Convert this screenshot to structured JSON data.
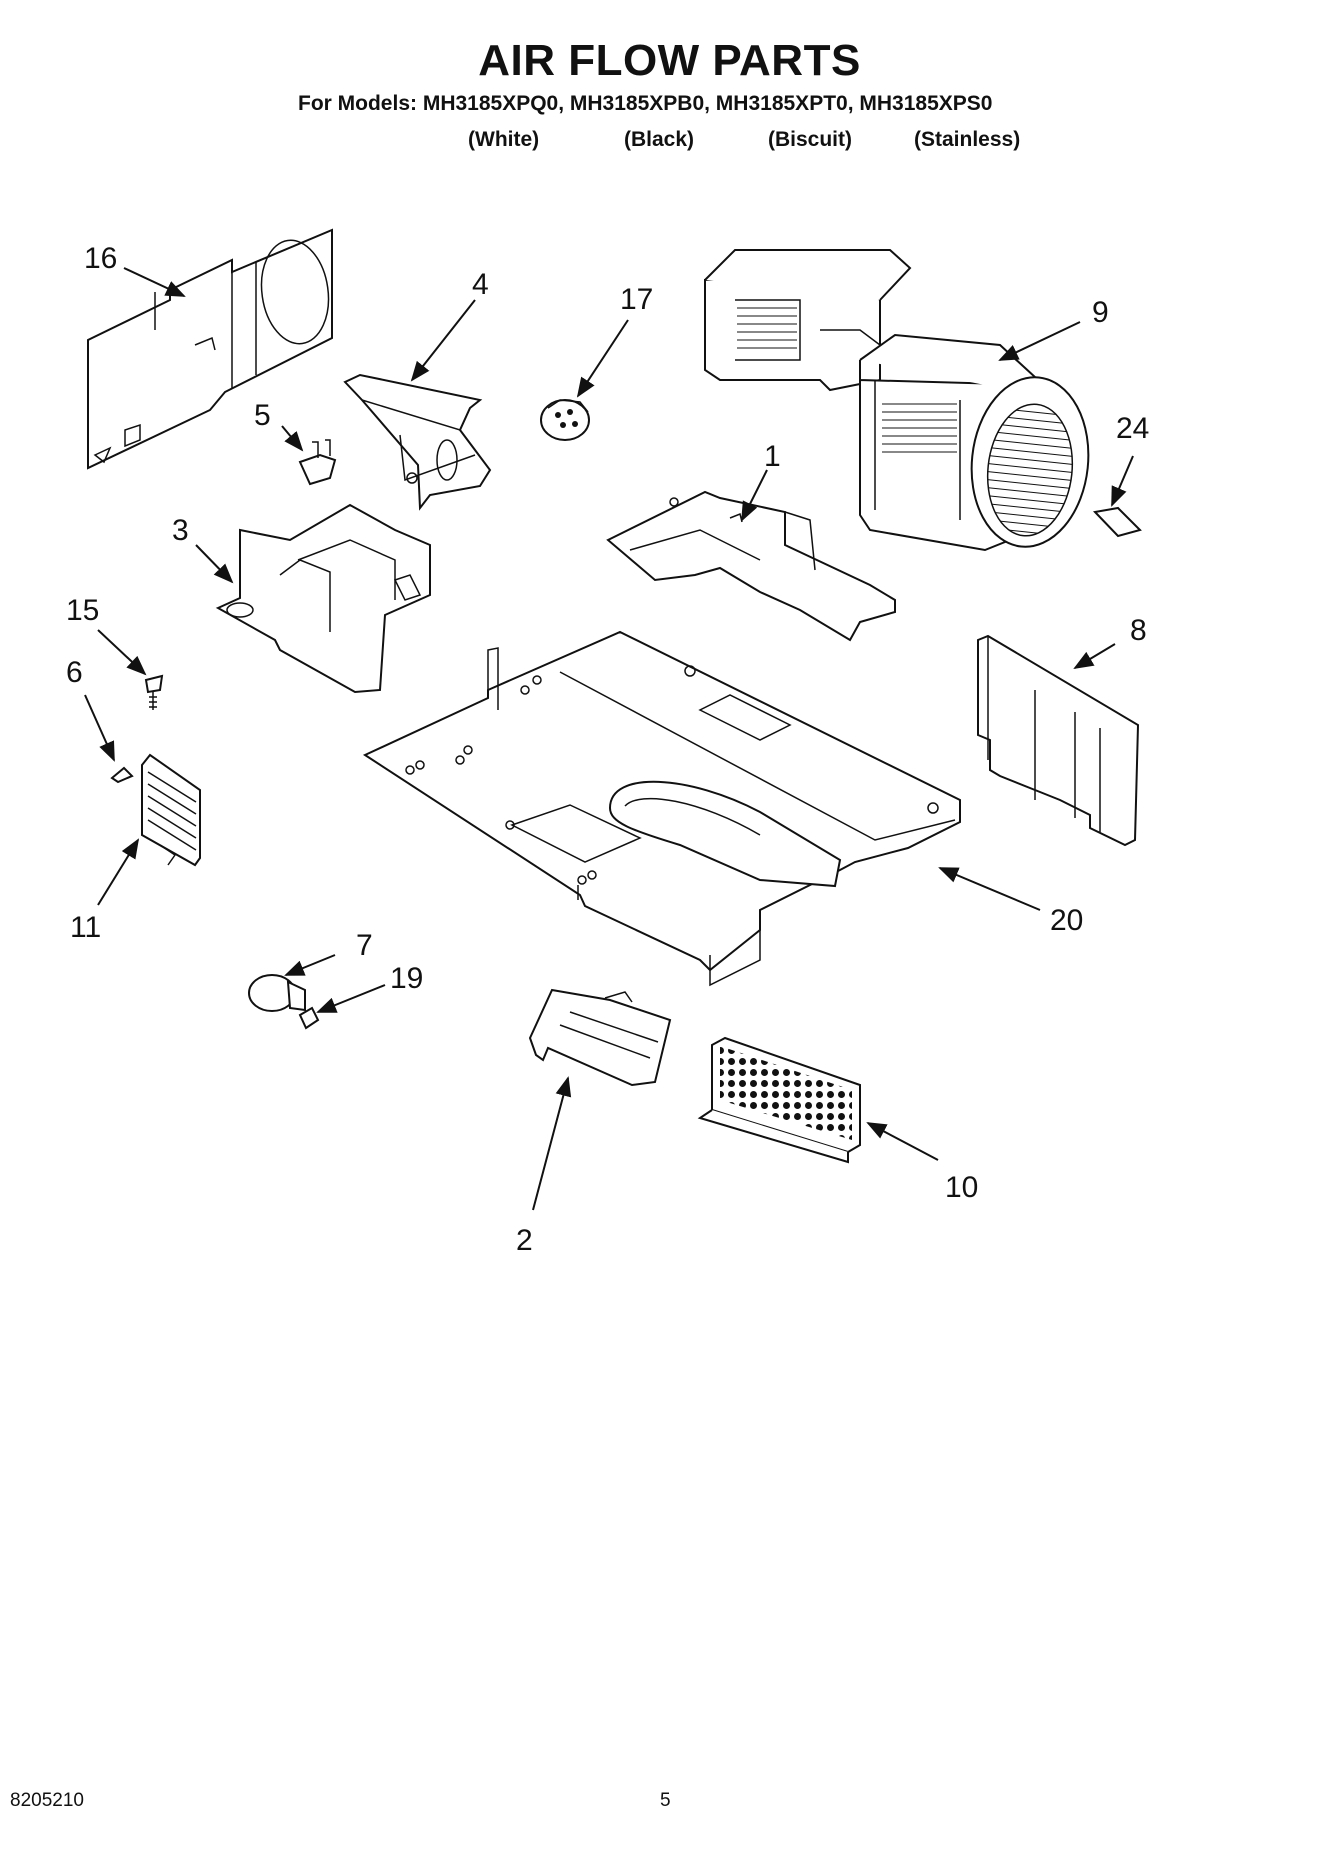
{
  "header": {
    "title": "AIR FLOW PARTS",
    "models_line": "For Models: MH3185XPQ0, MH3185XPB0, MH3185XPT0, MH3185XPS0",
    "finishes": [
      "(White)",
      "(Black)",
      "(Biscuit)",
      "(Stainless)"
    ]
  },
  "callouts": {
    "c16": "16",
    "c4": "4",
    "c17": "17",
    "c9": "9",
    "c5": "5",
    "c24": "24",
    "c1": "1",
    "c3": "3",
    "c15": "15",
    "c6": "6",
    "c8": "8",
    "c11": "11",
    "c20": "20",
    "c7": "7",
    "c19": "19",
    "c10": "10",
    "c2": "2"
  },
  "footer": {
    "doc_number": "8205210",
    "page_number": "5"
  }
}
